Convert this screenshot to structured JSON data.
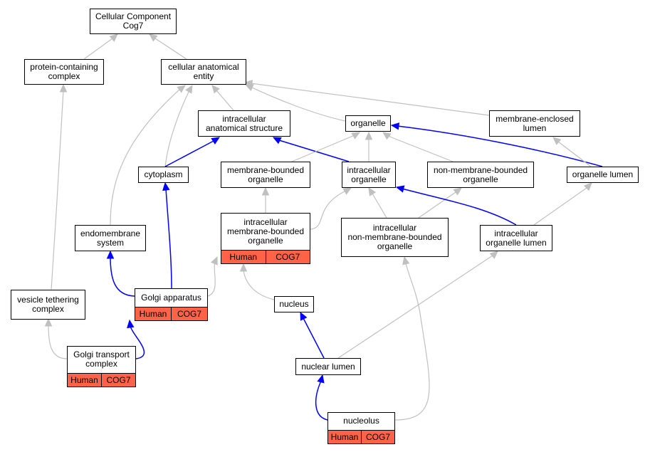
{
  "nodes": {
    "root": "Cellular Component\nCog7",
    "pcc": "protein-containing\ncomplex",
    "cae": "cellular anatomical\nentity",
    "ias": "intracellular\nanatomical structure",
    "org": "organelle",
    "mel": "membrane-enclosed\nlumen",
    "cyt": "cytoplasm",
    "mbo": "membrane-bounded\norganelle",
    "io": "intracellular\norganelle",
    "nmbo": "non-membrane-bounded\norganelle",
    "ol": "organelle lumen",
    "endo": "endomembrane\nsystem",
    "imbo": "intracellular\nmembrane-bounded\norganelle",
    "inmbo": "intracellular\nnon-membrane-bounded\norganelle",
    "iol": "intracellular\norganelle lumen",
    "vtc": "vesicle tethering\ncomplex",
    "golgi": "Golgi apparatus",
    "nuc": "nucleus",
    "gtc": "Golgi transport\ncomplex",
    "nl": "nuclear lumen",
    "nucleolus": "nucleolus"
  },
  "annotation": {
    "species": "Human",
    "gene": "COG7"
  },
  "colors": {
    "annotated": "#ff6347",
    "is_a_edge": "#c0c0c0",
    "highlight_edge": "#0000ff"
  }
}
